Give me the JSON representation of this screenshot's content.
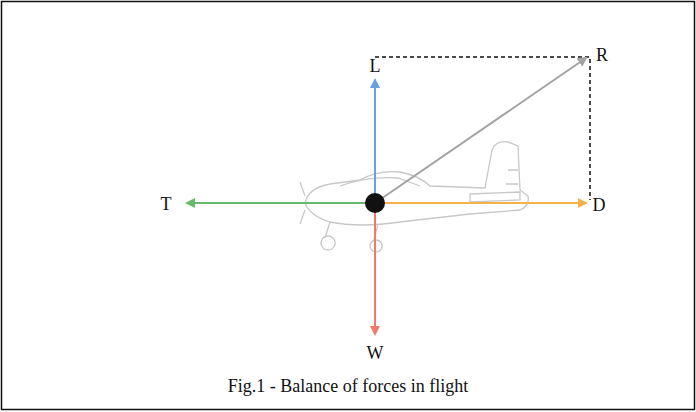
{
  "diagram": {
    "caption": "Fig.1 - Balance of forces in flight",
    "labels": [
      "L",
      "R",
      "T",
      "D",
      "W"
    ]
  }
}
